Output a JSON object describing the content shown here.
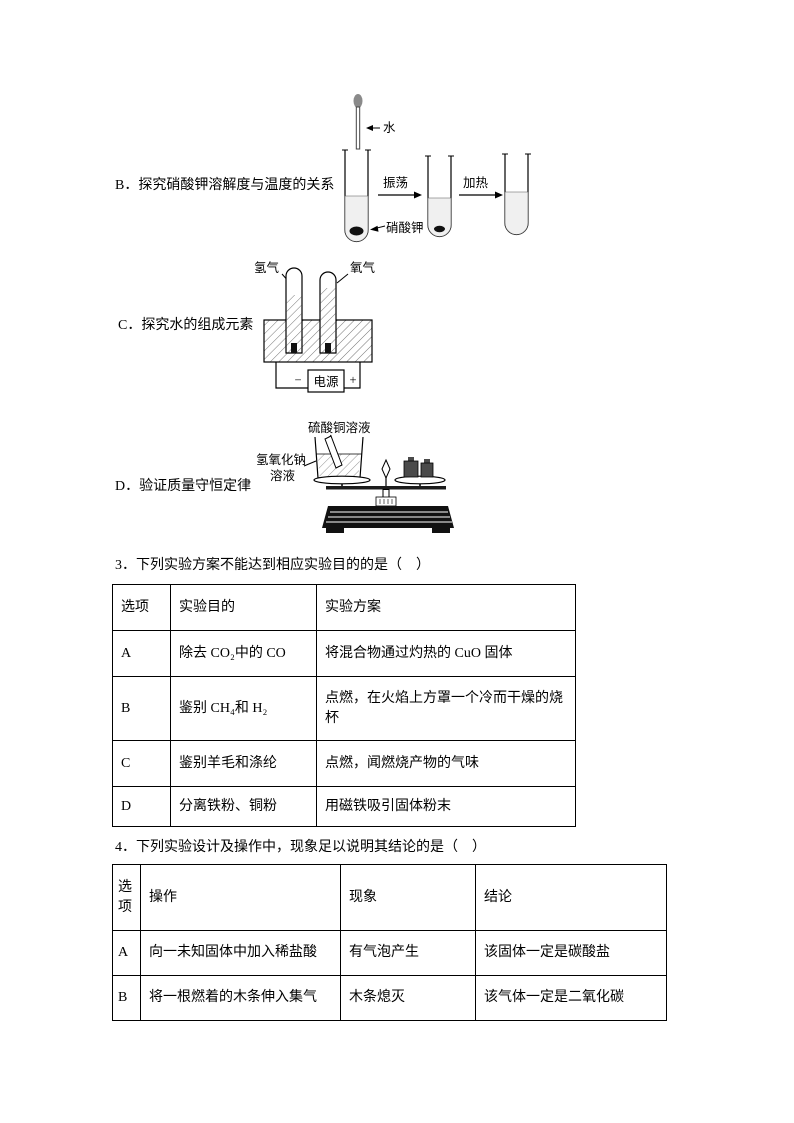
{
  "options": {
    "b": {
      "label": "B．探究硝酸钾溶解度与温度的关系",
      "diagram": {
        "water": "水",
        "kno3": "硝酸钾",
        "shake": "振荡",
        "heat": "加热"
      }
    },
    "c": {
      "label": "C．探究水的组成元素",
      "diagram": {
        "hydrogen": "氢气",
        "oxygen": "氧气",
        "power": "电源",
        "minus": "−",
        "plus": "+"
      }
    },
    "d": {
      "label": "D．验证质量守恒定律",
      "diagram": {
        "cuso4": "硫酸铜溶液",
        "naoh1": "氢氧化钠",
        "naoh2": "溶液"
      }
    }
  },
  "q3": {
    "stem": "3．下列实验方案不能达到相应实验目的的是（　）",
    "table": {
      "headers": [
        "选项",
        "实验目的",
        "实验方案"
      ],
      "rows": [
        [
          "A",
          "除去 CO₂中的 CO",
          "将混合物通过灼热的 CuO 固体"
        ],
        [
          "B",
          "鉴别 CH₄和 H₂",
          "点燃，在火焰上方罩一个冷而干燥的烧杯"
        ],
        [
          "C",
          "鉴别羊毛和涤纶",
          "点燃，闻燃烧产物的气味"
        ],
        [
          "D",
          "分离铁粉、铜粉",
          "用磁铁吸引固体粉末"
        ]
      ]
    }
  },
  "q4": {
    "stem": "4．下列实验设计及操作中，现象足以说明其结论的是（　）",
    "table": {
      "headers": [
        "选项",
        "操作",
        "现象",
        "结论"
      ],
      "rows": [
        [
          "A",
          "向一未知固体中加入稀盐酸",
          "有气泡产生",
          "该固体一定是碳酸盐"
        ],
        [
          "B",
          "将一根燃着的木条伸入集气",
          "木条熄灭",
          "该气体一定是二氧化碳"
        ]
      ]
    }
  }
}
